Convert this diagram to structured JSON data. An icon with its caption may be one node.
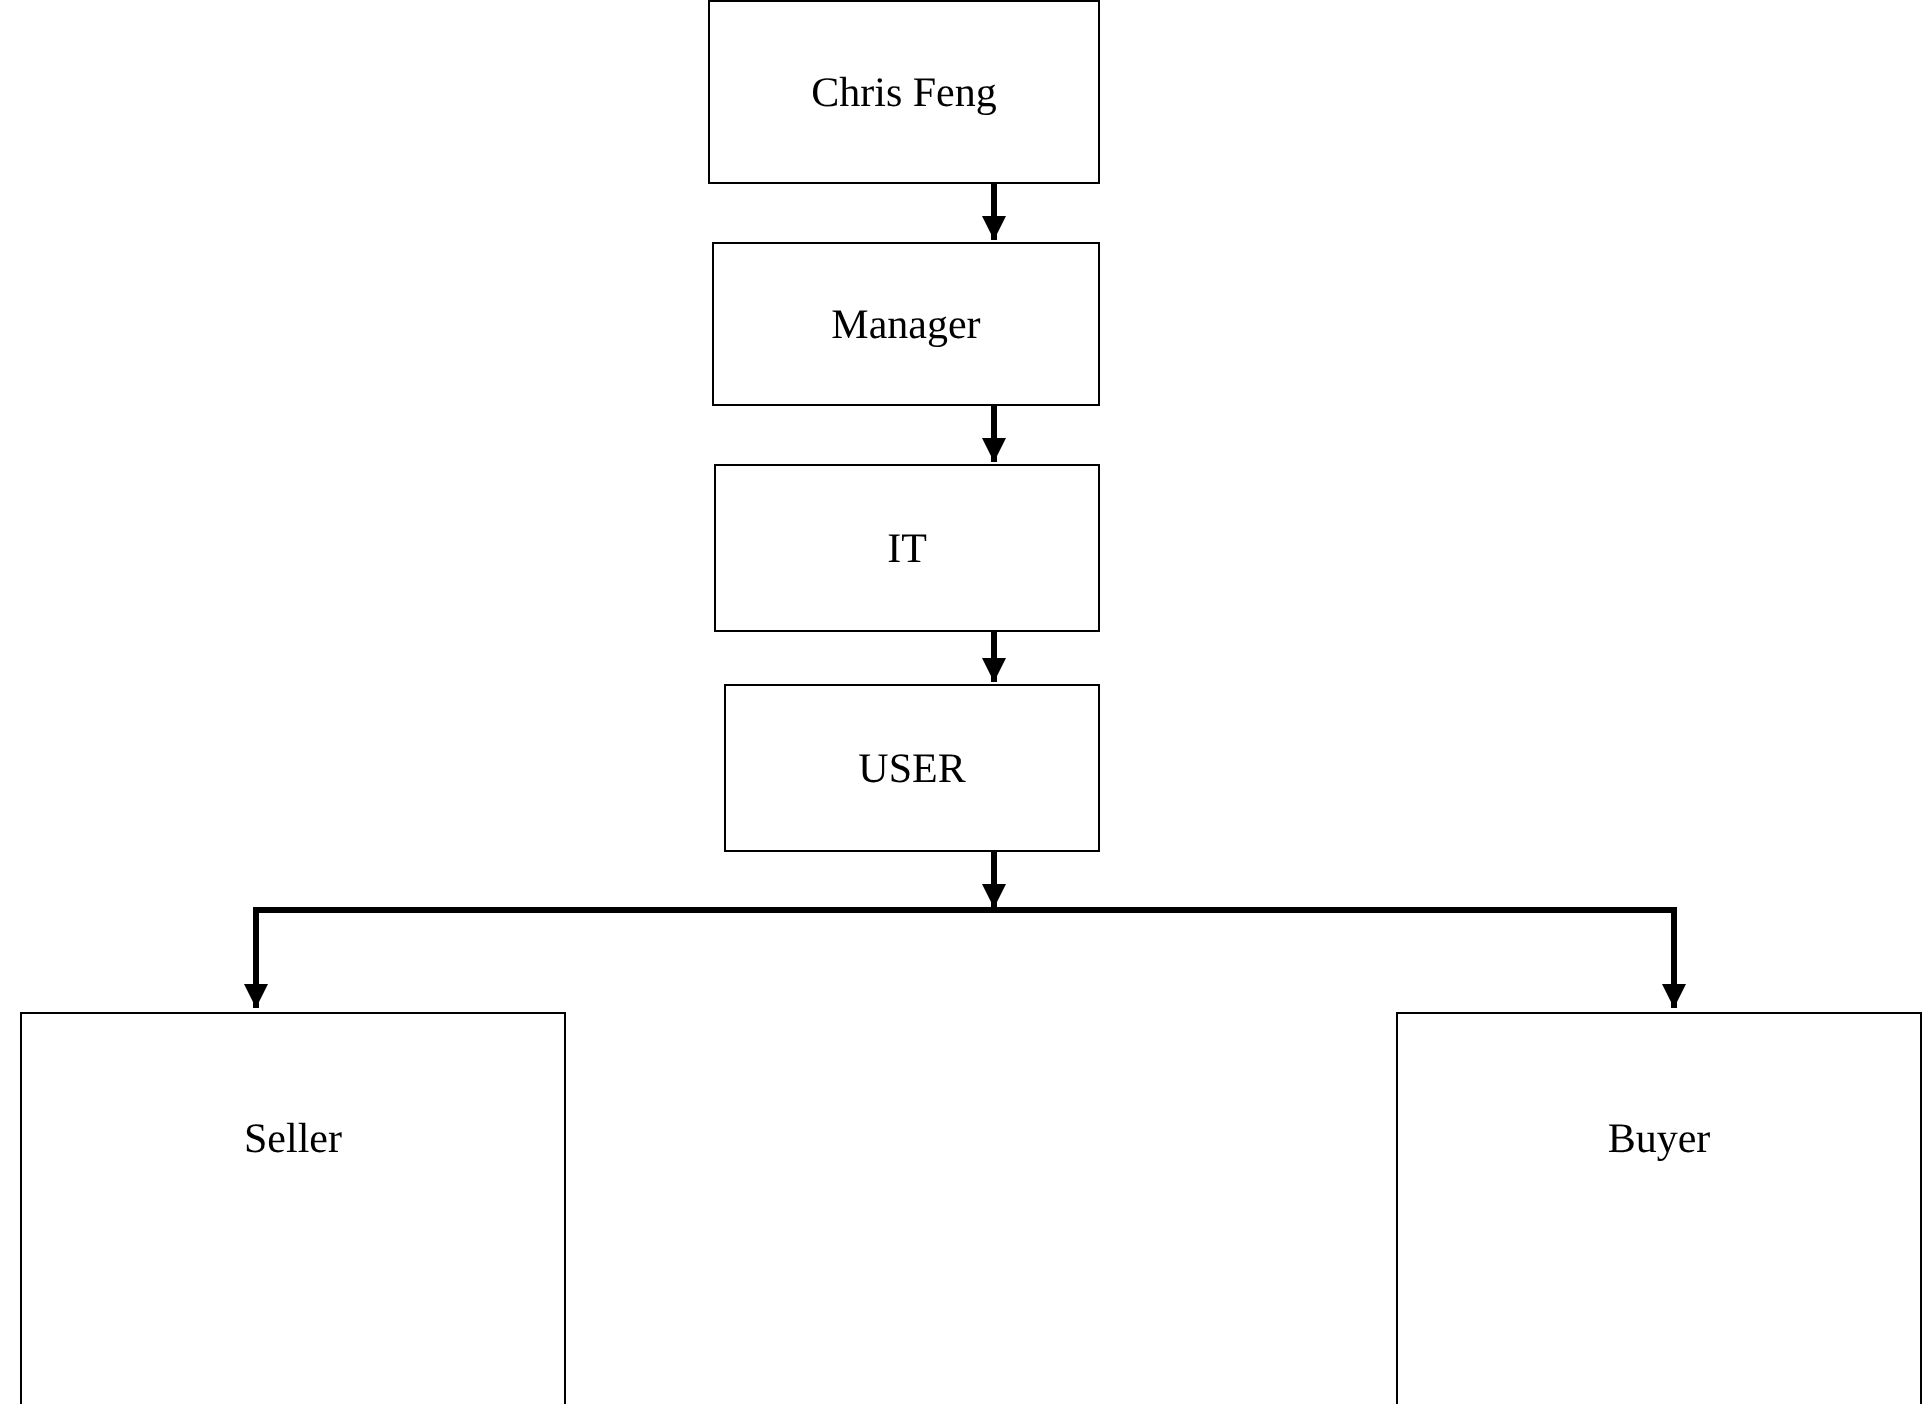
{
  "diagram": {
    "nodes": [
      {
        "text": [
          "Chris Feng"
        ]
      },
      {
        "text": [
          "Manager"
        ]
      },
      {
        "text": [
          "IT"
        ]
      },
      {
        "text": [
          "USER"
        ]
      },
      {
        "text": [
          "Seller"
        ]
      },
      {
        "text": [
          "Buyer"
        ]
      }
    ],
    "edges": [
      {
        "from": 0,
        "to": 1,
        "arrow": "to"
      },
      {
        "from": 1,
        "to": 2,
        "arrow": "to"
      },
      {
        "from": 2,
        "to": 3,
        "arrow": "to"
      },
      {
        "from": 3,
        "to": 4,
        "arrow": "to"
      },
      {
        "from": 3,
        "to": 5,
        "arrow": "to"
      }
    ]
  }
}
